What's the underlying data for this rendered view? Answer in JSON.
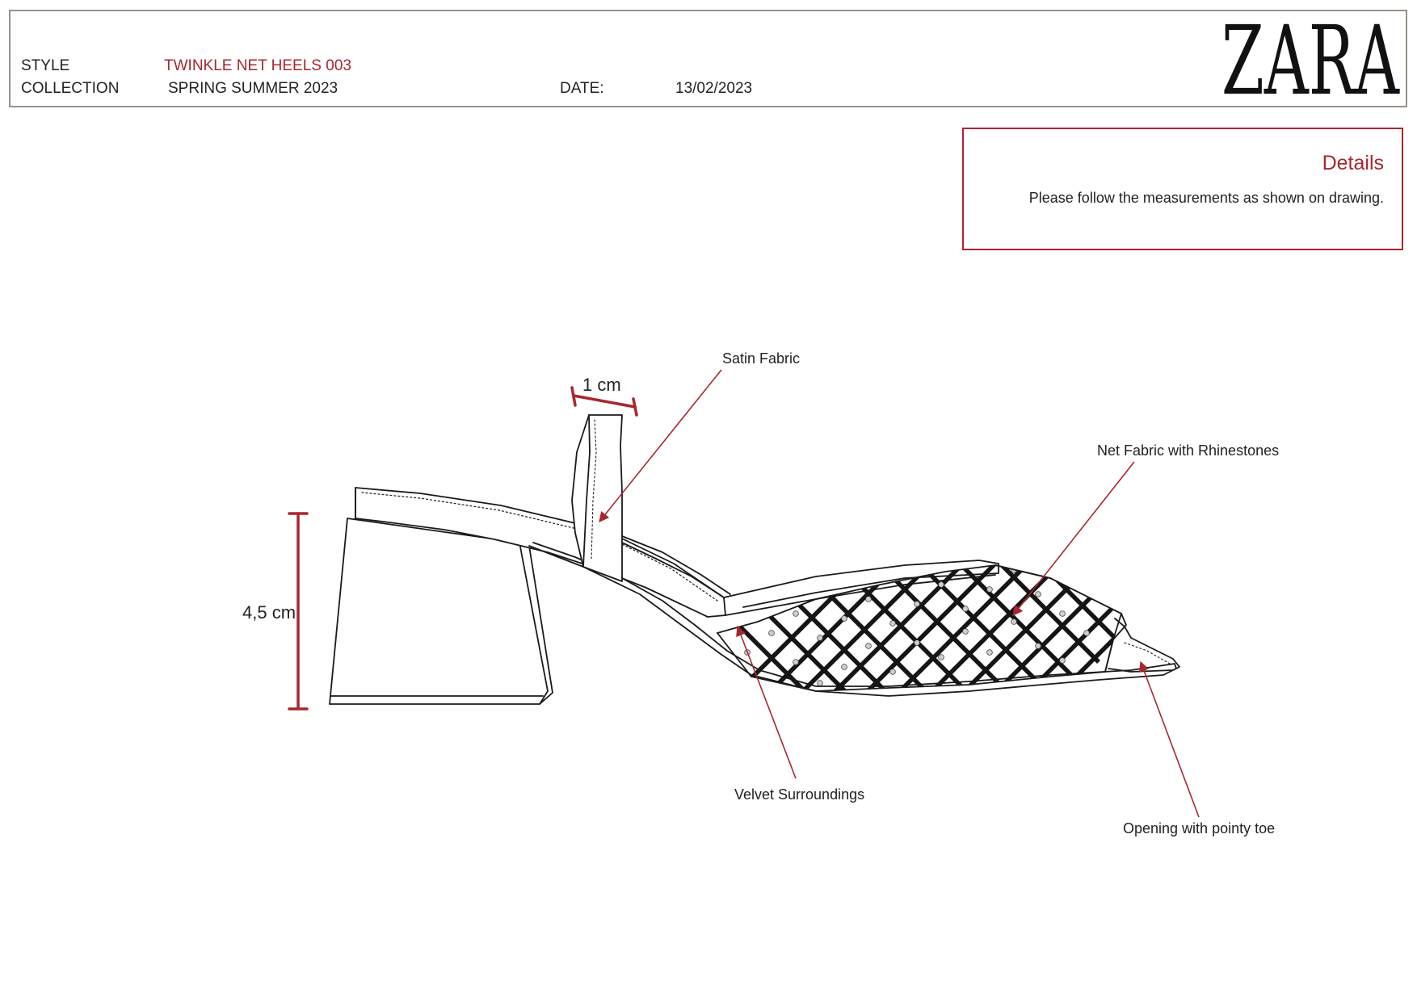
{
  "header": {
    "style_label": "STYLE",
    "style_value": "TWINKLE NET HEELS 003",
    "collection_label": "COLLECTION",
    "collection_value": "SPRING SUMMER 2023",
    "date_label": "DATE:",
    "date_value": "13/02/2023",
    "brand": "ZARA"
  },
  "details": {
    "title": "Details",
    "text": "Please follow the measurements as shown on drawing."
  },
  "callouts": {
    "satin": "Satin Fabric",
    "net": "Net Fabric with Rhinestones",
    "velvet": "Velvet Surroundings",
    "toe": "Opening with pointy toe"
  },
  "dimensions": {
    "strap_width": "1 cm",
    "heel_height": "4,5 cm"
  },
  "colors": {
    "accent": "#a8262e",
    "header_border": "#9b9189",
    "line": "#1a1a1a"
  }
}
